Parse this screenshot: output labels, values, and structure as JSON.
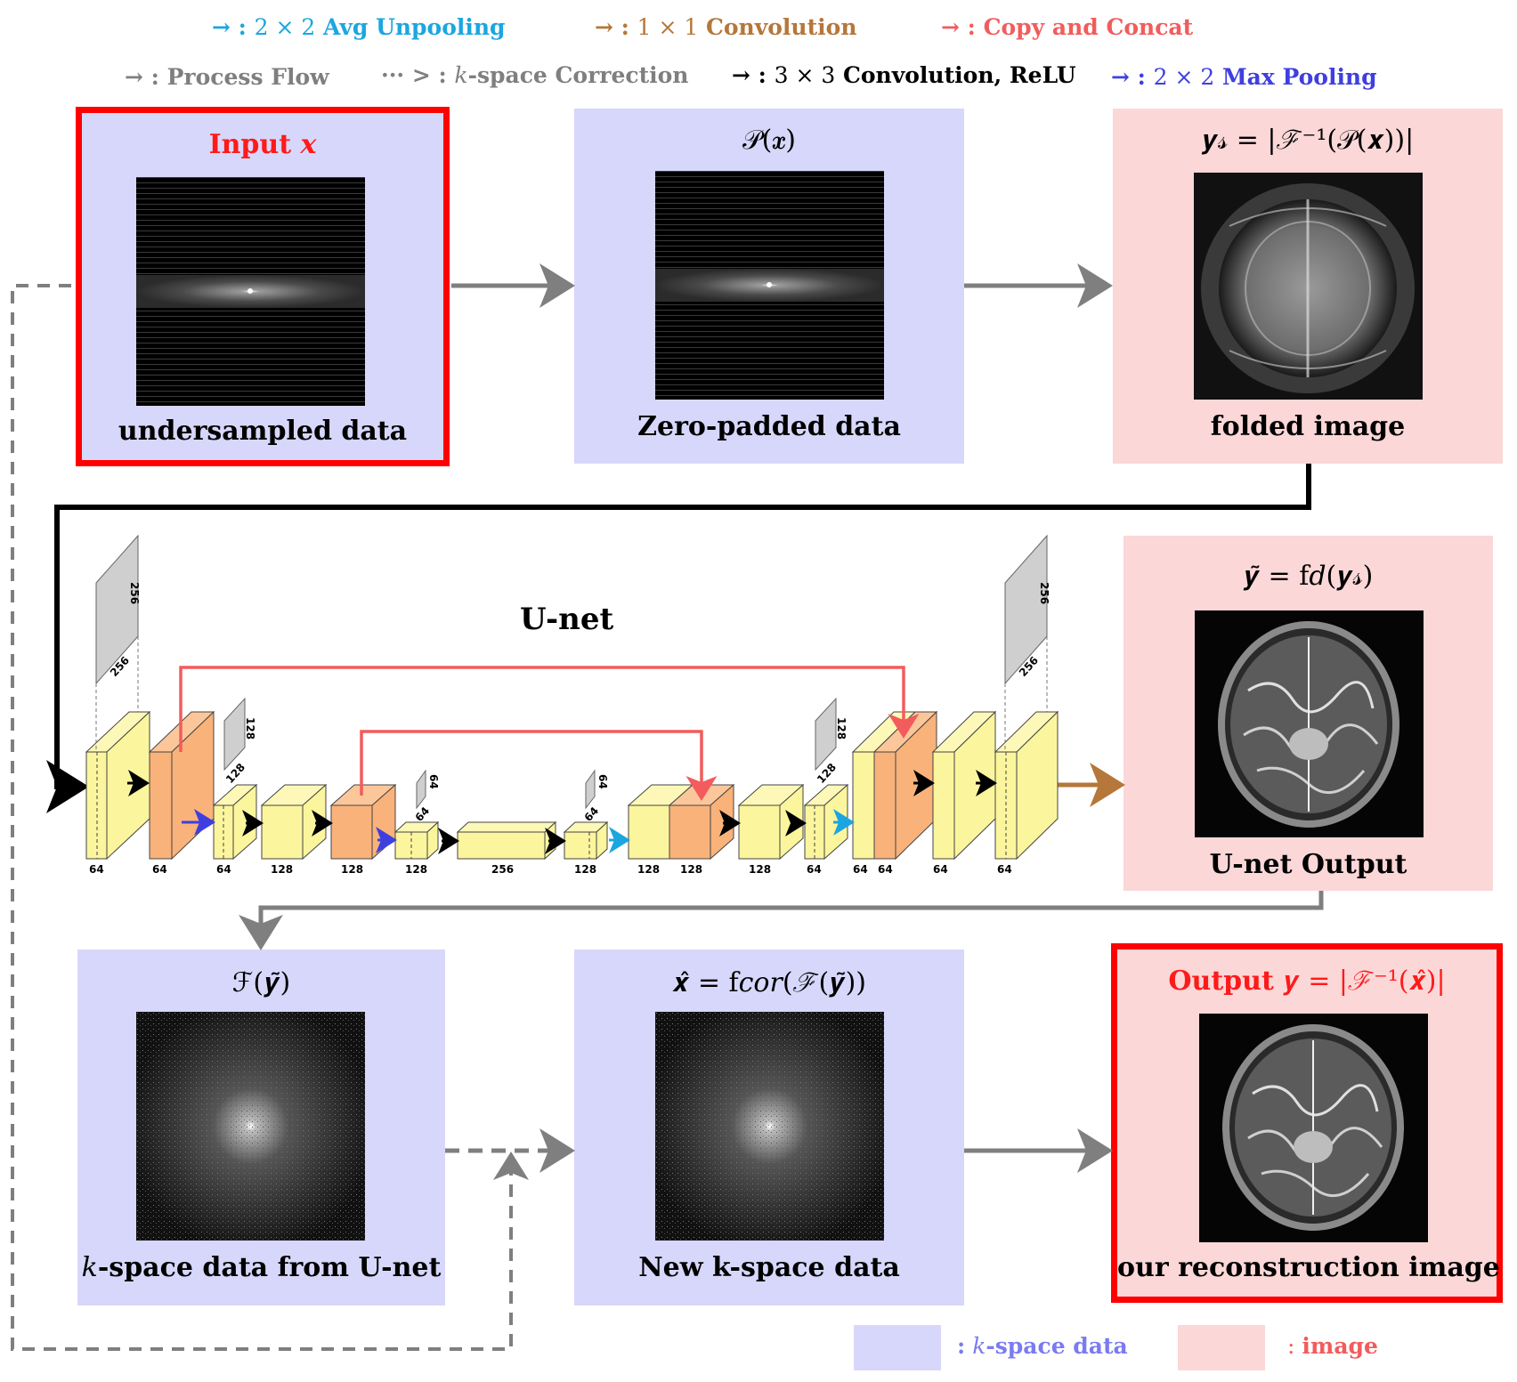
{
  "legend": {
    "avg_unpooling": {
      "arrow": "→ :",
      "math": "2 × 2",
      "text": "Avg Unpooling",
      "color": "#1ba6e0"
    },
    "conv1x1": {
      "arrow": "→ :",
      "math": "1 × 1",
      "text": "Convolution",
      "color": "#b5773a"
    },
    "copy_concat": {
      "arrow": "→ :",
      "text": "Copy and Concat",
      "color": "#f25c5c"
    },
    "process_flow": {
      "arrow": "→ :",
      "text": "Process Flow",
      "color": "#7f7f7f"
    },
    "kspace_correction": {
      "arrow": "··· > :",
      "math": "k",
      "text": "-space Correction",
      "color": "#7f7f7f"
    },
    "conv3x3": {
      "arrow": "→ :",
      "math": "3 × 3",
      "text": "Convolution, ReLU",
      "color": "#000000"
    },
    "max_pooling": {
      "arrow": "→ :",
      "math": "2 × 2",
      "text": "Max Pooling",
      "color": "#3f3fe0"
    }
  },
  "panels": {
    "input": {
      "title": "Input",
      "title_math": "x",
      "caption": "undersampled data"
    },
    "zero_padded": {
      "title": "𝒫(𝒙)",
      "caption": "Zero-padded data"
    },
    "folded": {
      "title": "𝒚𝓈 = |ℱ⁻¹(𝒫(𝒙))|",
      "caption": "folded image"
    },
    "unet_output": {
      "title": "𝒚̃ = f𝑑(𝒚𝓈)",
      "caption": "U-net Output"
    },
    "kspace_unet": {
      "title": "ℱ(𝒚̃)",
      "caption_math": "k",
      "caption": "-space data from U-net"
    },
    "new_kspace": {
      "title": "𝒙̂ = f𝑐𝑜𝑟(ℱ(𝒚̃))",
      "caption": "New k-space data"
    },
    "output": {
      "title": "Output",
      "title_rest": "𝒚 = |ℱ⁻¹(𝒙̂)|",
      "caption": "our reconstruction image"
    }
  },
  "unet": {
    "title": "U-net",
    "labels_256": "256",
    "labels_128": "128",
    "labels_64": "64",
    "channel_labels": [
      "64",
      "64",
      "64",
      "128",
      "128",
      "128",
      "256",
      "128",
      "128",
      "128",
      "128",
      "64",
      "64",
      "64",
      "64",
      "64"
    ]
  },
  "bottom_legend": {
    "kspace": {
      "sep": ":",
      "math": "k",
      "text": "-space data",
      "color": "#7b7bf0"
    },
    "image": {
      "sep": ":",
      "text": "image",
      "color": "#f25c5c"
    }
  },
  "colors": {
    "kspace_bg": "#d7d7fb",
    "image_bg": "#fbd7d8",
    "highlight": "#ff0000",
    "yellow_block": "#fbf59d",
    "orange_block": "#f9b27a",
    "process_gray": "#7f7f7f"
  }
}
